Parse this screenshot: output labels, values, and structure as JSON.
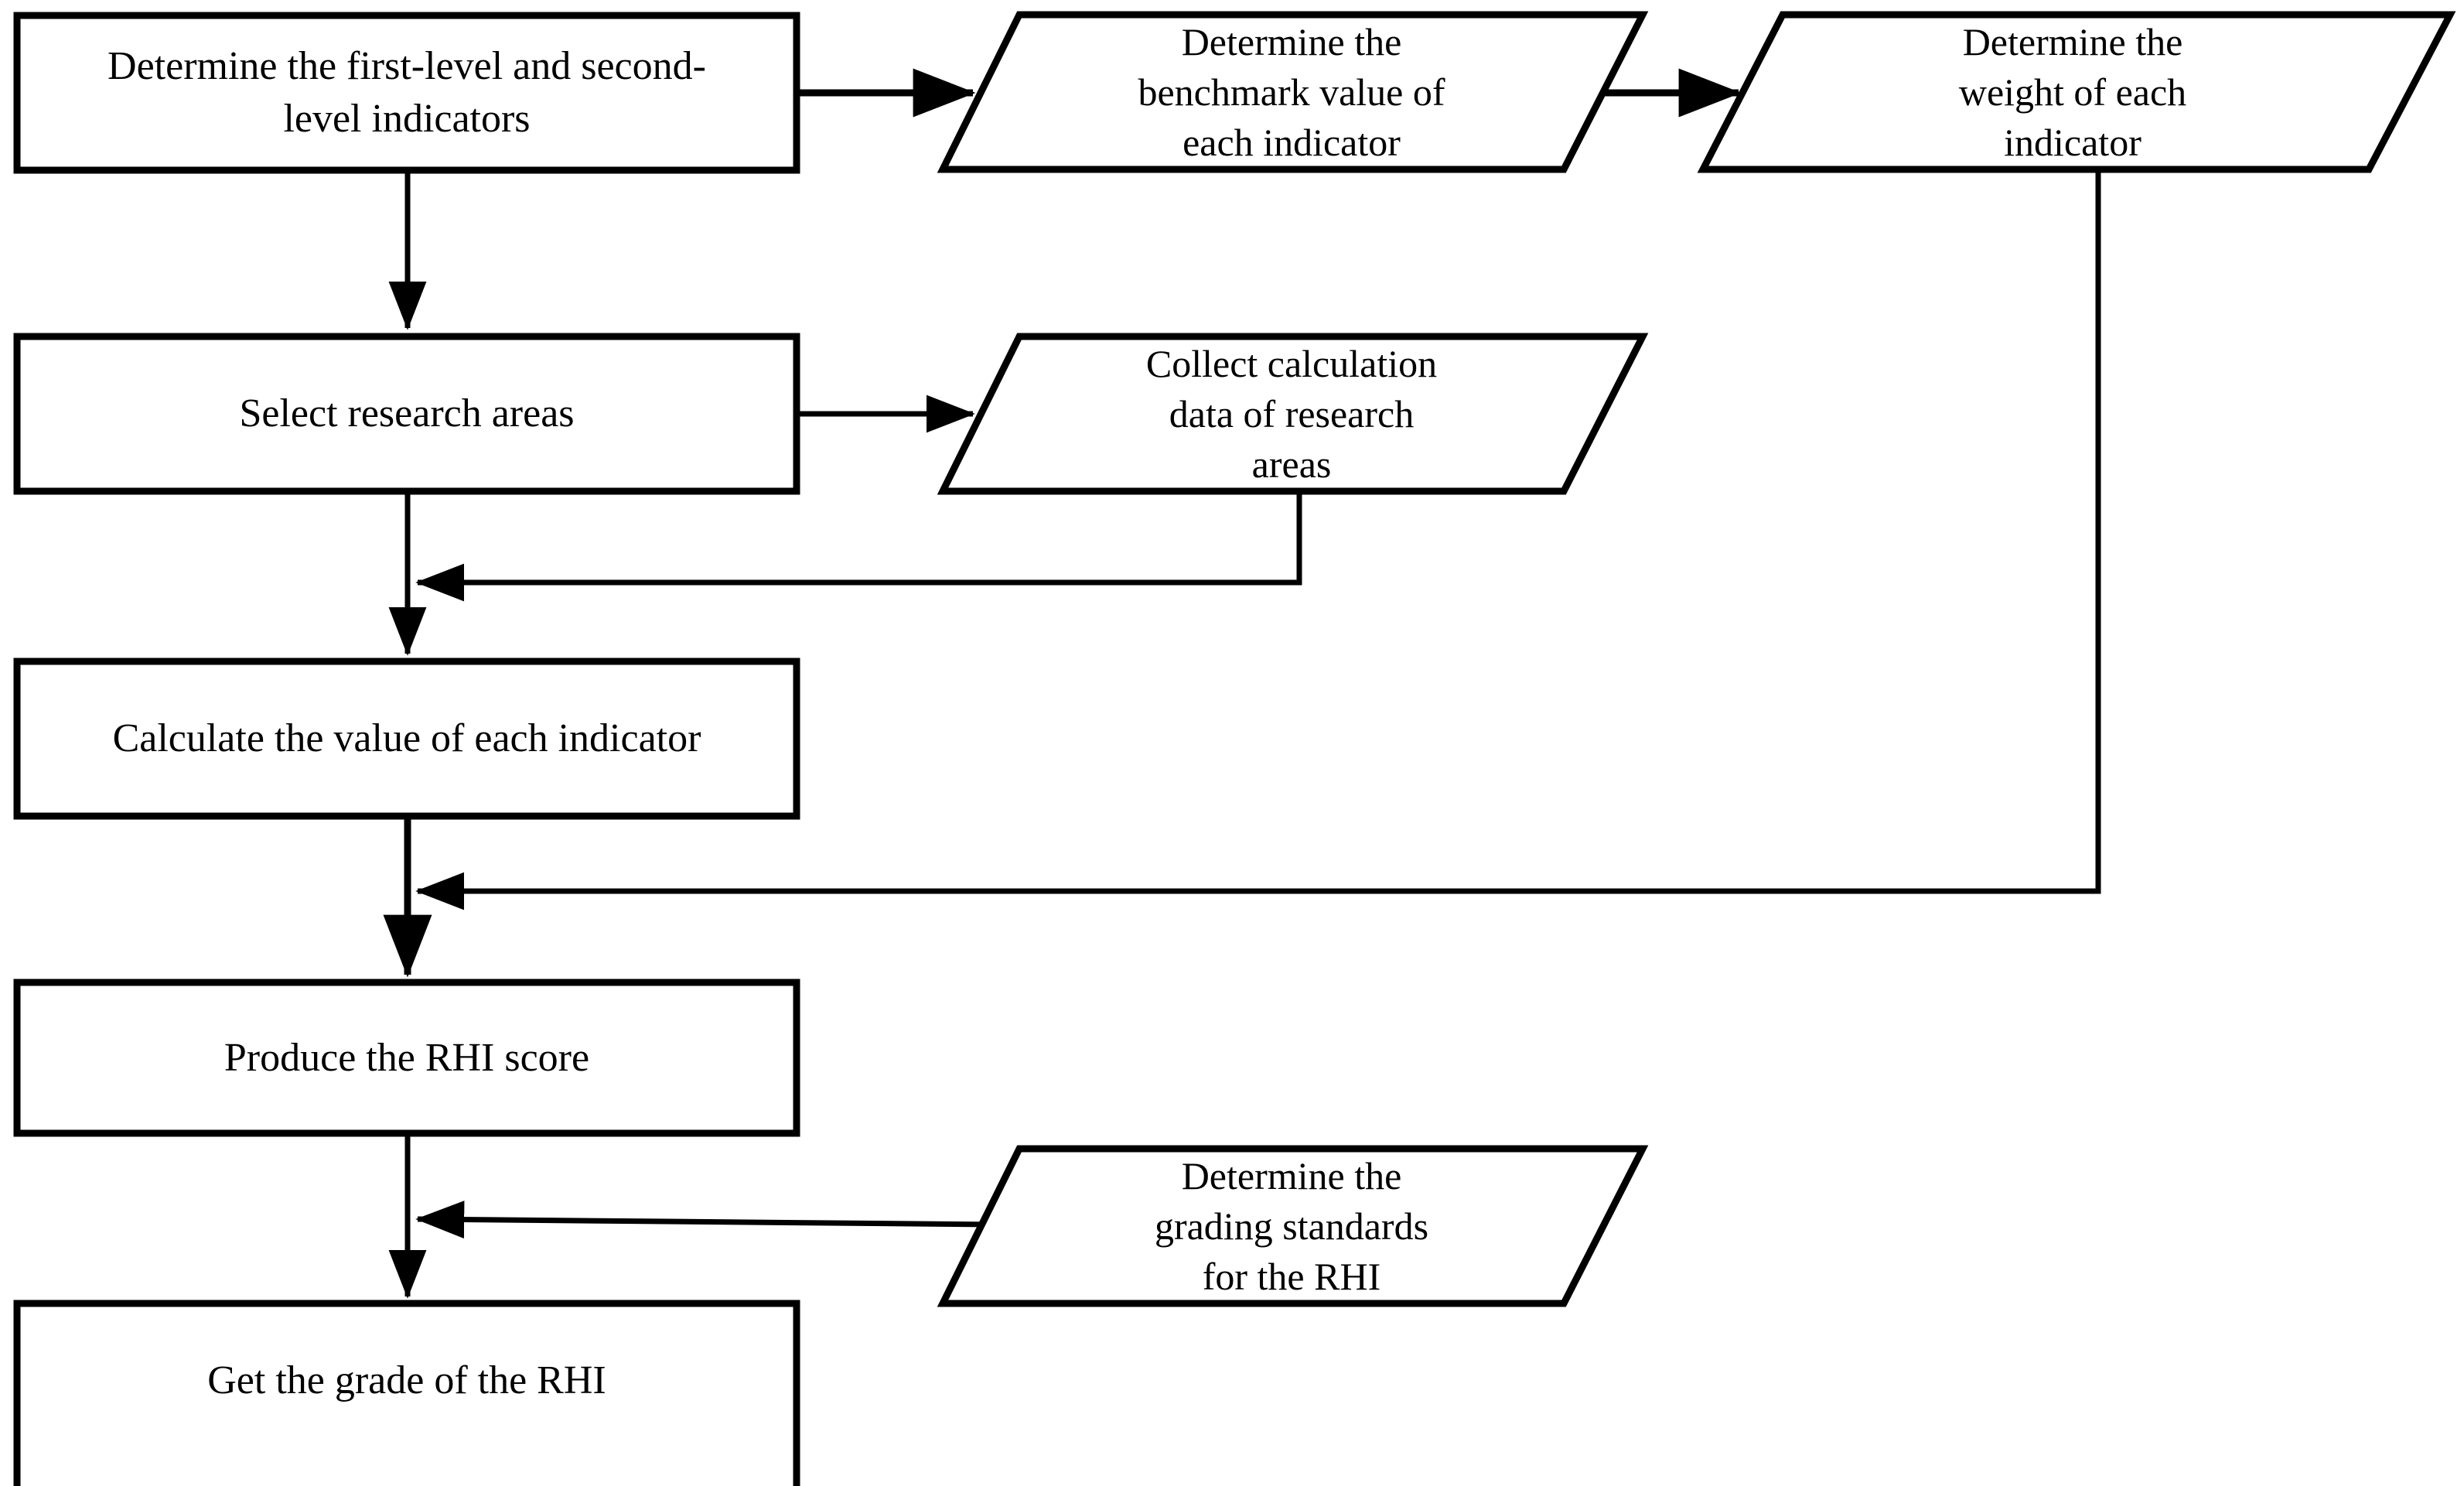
{
  "diagram": {
    "title": "RHI evaluation flowchart",
    "stroke_color": "#000000",
    "fill_color": "#ffffff",
    "nodes": [
      {
        "id": "determine-indicators",
        "shape": "rectangle",
        "label": "Determine the first-level and second-\nlevel indicators"
      },
      {
        "id": "determine-benchmark",
        "shape": "parallelogram",
        "label": "Determine the\nbenchmark value of\neach indicator"
      },
      {
        "id": "determine-weight",
        "shape": "parallelogram",
        "label": "Determine the\nweight of each\nindicator"
      },
      {
        "id": "select-research-areas",
        "shape": "rectangle",
        "label": "Select research areas"
      },
      {
        "id": "collect-calculation-data",
        "shape": "parallelogram",
        "label": "Collect calculation\ndata of research\nareas"
      },
      {
        "id": "calculate-indicator-value",
        "shape": "rectangle",
        "label": "Calculate the value of each indicator"
      },
      {
        "id": "produce-rhi-score",
        "shape": "rectangle",
        "label": "Produce the RHI score"
      },
      {
        "id": "determine-grading-standards",
        "shape": "parallelogram",
        "label": "Determine the\ngrading standards\nfor the RHI"
      },
      {
        "id": "get-grade-of-rhi",
        "shape": "rectangle",
        "label": "Get the grade of the RHI"
      }
    ],
    "edges": [
      {
        "id": "edge-indicators-to-benchmark",
        "from": "determine-indicators",
        "to": "determine-benchmark",
        "direction": "right"
      },
      {
        "id": "edge-benchmark-to-weight",
        "from": "determine-benchmark",
        "to": "determine-weight",
        "direction": "right"
      },
      {
        "id": "edge-indicators-to-select-areas",
        "from": "determine-indicators",
        "to": "select-research-areas",
        "direction": "down"
      },
      {
        "id": "edge-select-areas-to-collect-data",
        "from": "select-research-areas",
        "to": "collect-calculation-data",
        "direction": "right"
      },
      {
        "id": "edge-collect-data-to-calculate",
        "from": "collect-calculation-data",
        "to": "calculate-indicator-value",
        "direction": "down-left"
      },
      {
        "id": "edge-select-areas-to-calculate",
        "from": "select-research-areas",
        "to": "calculate-indicator-value",
        "direction": "down"
      },
      {
        "id": "edge-weight-to-produce-score",
        "from": "determine-weight",
        "to": "produce-rhi-score",
        "direction": "down-left"
      },
      {
        "id": "edge-calculate-to-produce-score",
        "from": "calculate-indicator-value",
        "to": "produce-rhi-score",
        "direction": "down"
      },
      {
        "id": "edge-grading-to-get-grade",
        "from": "determine-grading-standards",
        "to": "get-grade-of-rhi",
        "direction": "left"
      },
      {
        "id": "edge-produce-score-to-get-grade",
        "from": "produce-rhi-score",
        "to": "get-grade-of-rhi",
        "direction": "down"
      }
    ]
  }
}
